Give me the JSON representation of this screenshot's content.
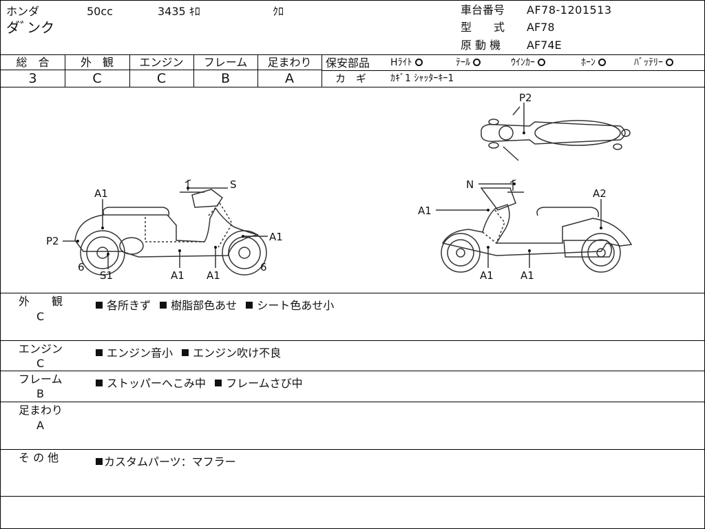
{
  "header": {
    "maker": "ホンダ",
    "cc": "50cc",
    "mileage": "3435 ｷﾛ",
    "color": "ｸﾛ",
    "model_name": "ダﾞンク",
    "frame_no_label": "車台番号",
    "frame_no": "AF78-1201513",
    "type_label": "型　　式",
    "type": "AF78",
    "engine_label": "原 動 機",
    "engine": "AF74E"
  },
  "grades": {
    "total": {
      "label": "総　合",
      "value": "3"
    },
    "exterior": {
      "label": "外　観",
      "value": "C"
    },
    "engine": {
      "label": "エンジン",
      "value": "C"
    },
    "frame": {
      "label": "フレーム",
      "value": "B"
    },
    "suspension": {
      "label": "足まわり",
      "value": "A"
    }
  },
  "safety": {
    "label": "保安部品",
    "items": [
      "Hﾗｲﾄ",
      "ﾃｰﾙ",
      "ｳｲﾝｶｰ",
      "ﾎｰﾝ",
      "ﾊﾞｯﾃﾘｰ"
    ],
    "key_label": "カ　ギ",
    "key_value": "ｶｷﾞ1 ｼｬｯﾀｰｷｰ1"
  },
  "diagram": {
    "labels_left": [
      "A1",
      "S",
      "P2",
      "A1",
      "6",
      "6",
      "S1",
      "A1",
      "A1"
    ],
    "labels_right": [
      "N",
      "A2",
      "A1",
      "A1",
      "A1"
    ],
    "labels_top": [
      "P2"
    ]
  },
  "notes": [
    {
      "category": "外　　観",
      "grade": "C",
      "items": [
        "各所きず",
        "樹脂部色あせ",
        "シート色あせ小"
      ]
    },
    {
      "category": "エンジン",
      "grade": "C",
      "items": [
        "エンジン音小",
        "エンジン吹け不良"
      ]
    },
    {
      "category": "フレーム",
      "grade": "B",
      "items": [
        "ストッパーへこみ中",
        "フレームさび中"
      ]
    },
    {
      "category": "足まわり",
      "grade": "A",
      "items": []
    },
    {
      "category": "そ の 他",
      "grade": "",
      "items": [
        "カスタムパーツ：マフラー"
      ]
    }
  ]
}
